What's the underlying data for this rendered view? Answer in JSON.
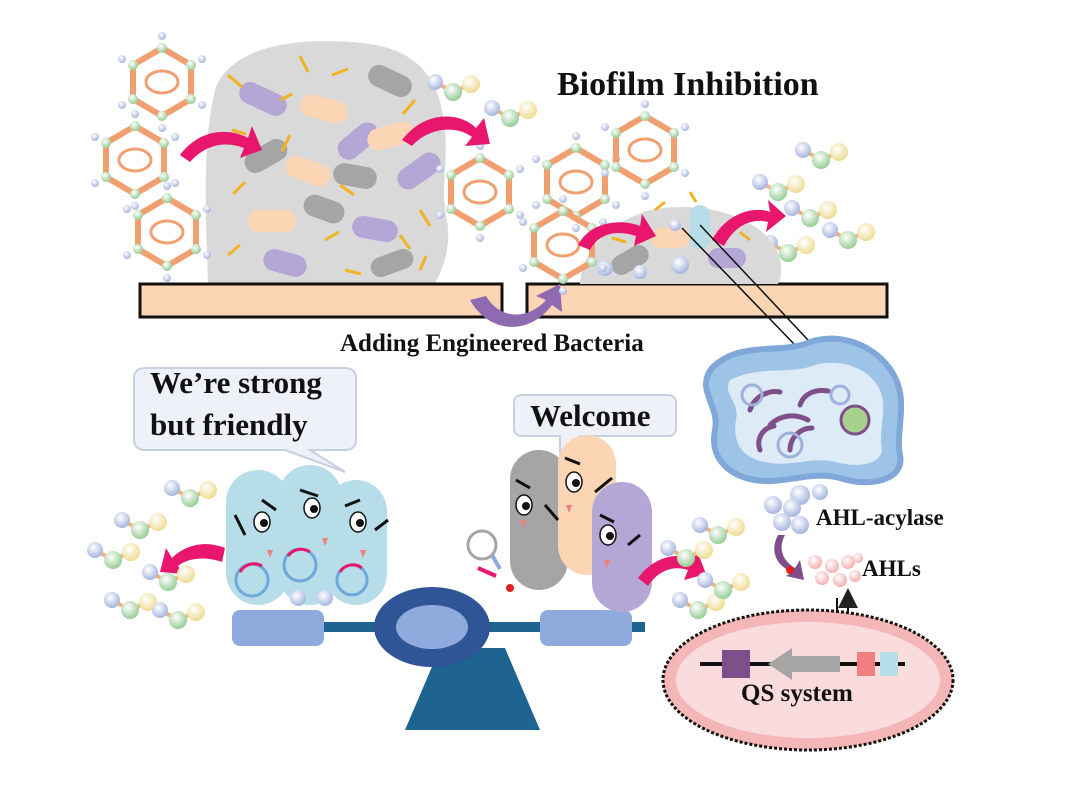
{
  "title": "Biofilm Inhibition",
  "step_label": "Adding Engineered Bacteria",
  "speech_left_line1": "We’re strong",
  "speech_left_line2": "but friendly",
  "speech_right": "Welcome",
  "enzyme_label": "AHL-acylase",
  "signal_label": "AHLs",
  "system_label": "QS system",
  "colors": {
    "biofilm": "#d9d9d9",
    "substrate": "#fcd5b5",
    "arrow_pink": "#e8166d",
    "arrow_purple": "#8e6bb0",
    "engineered_cell": "#b7dde8",
    "seesaw": "#2f5597",
    "qs_cell": "#f4b6b6"
  }
}
